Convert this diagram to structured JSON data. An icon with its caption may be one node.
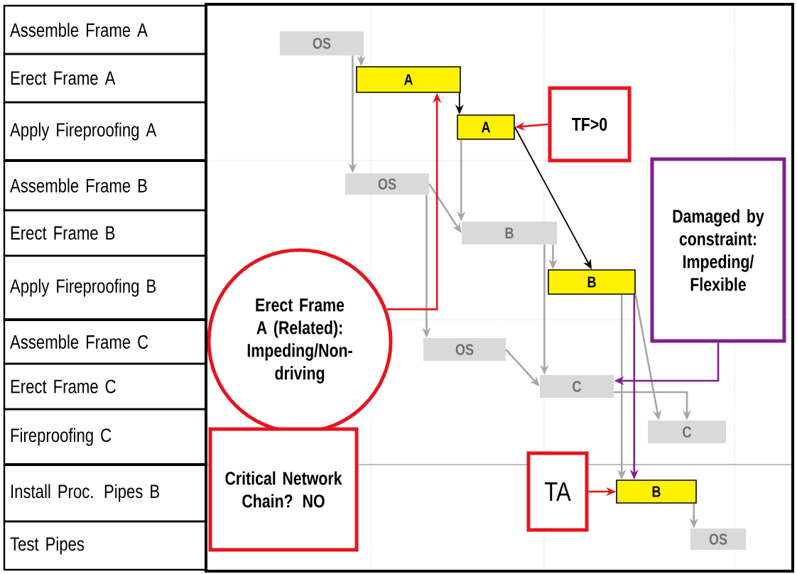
{
  "diagram": {
    "nodes": [
      {
        "text": [
          "OS"
        ]
      },
      {
        "text": [
          "A"
        ]
      },
      {
        "text": [
          "A"
        ]
      },
      {
        "text": [
          "OS"
        ]
      },
      {
        "text": [
          "B"
        ]
      },
      {
        "text": [
          "B"
        ]
      },
      {
        "text": [
          "OS"
        ]
      },
      {
        "text": [
          "C"
        ]
      },
      {
        "text": [
          "C"
        ]
      },
      {
        "text": [
          "B"
        ]
      },
      {
        "text": [
          "OS"
        ]
      },
      {
        "text": [
          "TF>0"
        ]
      },
      {
        "text": [
          "Damaged by constraint: Impeding/ Flexible"
        ]
      },
      {
        "text": [
          "Erect Frame A (Related): Impeding/Non-driving"
        ]
      },
      {
        "text": [
          "Critical Network Chain? NO"
        ]
      },
      {
        "text": [
          "TA"
        ]
      }
    ],
    "edges": [
      {
        "from": 0,
        "to": 1,
        "arrow": "to"
      },
      {
        "from": 0,
        "to": 3,
        "arrow": "to"
      },
      {
        "from": 1,
        "to": 2,
        "arrow": "to",
        "color": "#000000"
      },
      {
        "from": 3,
        "to": 4,
        "arrow": "to"
      },
      {
        "from": 2,
        "to": 4,
        "arrow": "to"
      },
      {
        "from": 2,
        "to": 5,
        "arrow": "to",
        "color": "#000000"
      },
      {
        "from": 4,
        "to": 5,
        "arrow": "to"
      },
      {
        "from": 3,
        "to": 6,
        "arrow": "to"
      },
      {
        "from": 4,
        "to": 7,
        "arrow": "to"
      },
      {
        "from": 6,
        "to": 7,
        "arrow": "to"
      },
      {
        "from": 5,
        "to": 8,
        "arrow": "to"
      },
      {
        "from": 7,
        "to": 8,
        "arrow": "to"
      },
      {
        "from": 5,
        "to": 9,
        "arrow": "to"
      },
      {
        "from": 5,
        "to": 9,
        "arrow": "to",
        "color": "#7f1f8f"
      },
      {
        "from": 12,
        "to": 7,
        "arrow": "to",
        "color": "#7f1f8f"
      },
      {
        "from": 9,
        "to": 10,
        "arrow": "to"
      },
      {
        "from": 11,
        "to": 2,
        "arrow": "to",
        "color": "#e8141e"
      },
      {
        "from": 13,
        "to": 1,
        "arrow": "to",
        "color": "#e8141e"
      },
      {
        "from": 15,
        "to": 9,
        "arrow": "to",
        "color": "#e8141e"
      }
    ],
    "labels": [
      "Assemble Frame A",
      "Erect Frame A",
      "Apply Fireproofing A",
      "Assemble Frame B",
      "Erect Frame B",
      "Apply Fireproofing B",
      "Assemble Frame C",
      "Erect Frame C",
      "Fireproofing C",
      "Install Proc. Pipes B",
      "Test Pipes"
    ]
  }
}
